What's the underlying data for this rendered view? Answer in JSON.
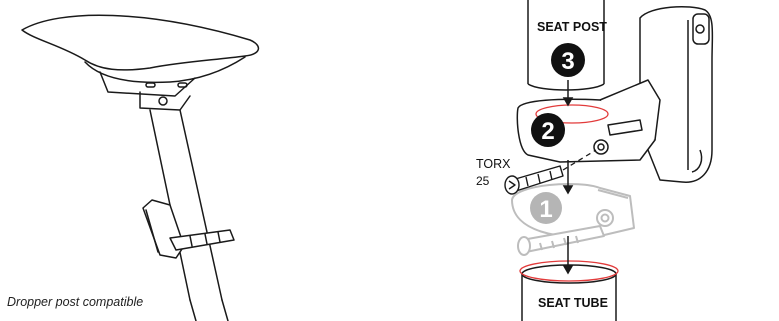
{
  "caption": "Dropper post compatible",
  "labels": {
    "seat_post": "SEAT POST",
    "seat_tube": "SEAT TUBE",
    "torx": "TORX",
    "torx_size": "25"
  },
  "steps": [
    "1",
    "2",
    "3"
  ],
  "colors": {
    "line": "#1a1a1a",
    "gray_part": "#c8c8c8",
    "gray_badge": "#b5b5b5",
    "red_ring": "#e23b3b",
    "badge_dark": "#111111"
  }
}
